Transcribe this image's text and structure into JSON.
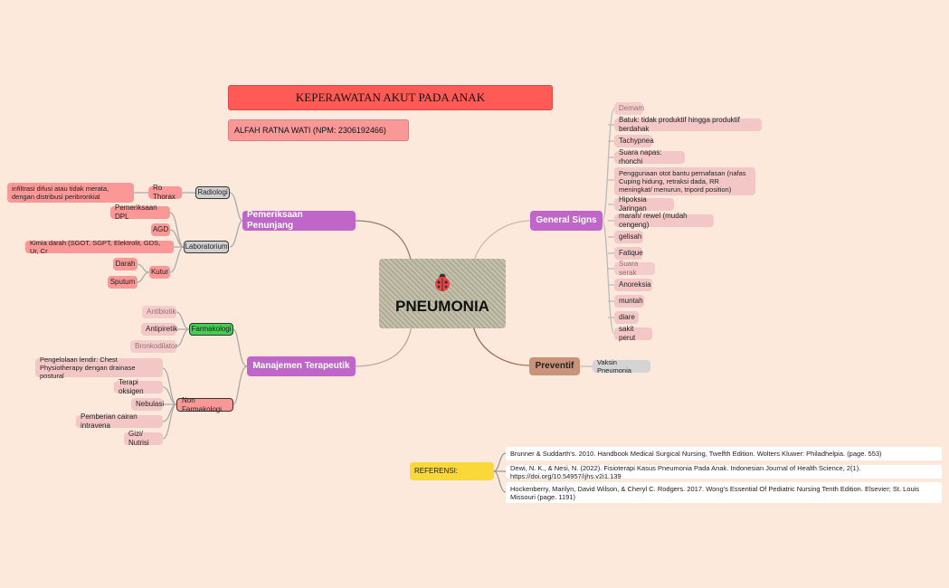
{
  "title": "KEPERAWATAN AKUT PADA ANAK",
  "author": "ALFAH RATNA WATI (NPM: 2306192466)",
  "center": {
    "label": "PNEUMONIA",
    "icon": "ladybug-icon"
  },
  "colors": {
    "background": "#fde9dc",
    "branch": "#c066c8",
    "preventif": "#c9937a",
    "title": "#ff5a55",
    "referensi": "#fbd83a"
  },
  "pemeriksaan": {
    "label": "Pemeriksaan Penunjang",
    "radiologi": {
      "label": "Radiologi",
      "ro_thorax": "Ro Thorax",
      "finding": "infiltrasi difusi atau tidak merata, dengan distribusi peribronkial"
    },
    "laboratorium": {
      "label": "Laboratorium",
      "items": [
        "Pemeriksaan DPL",
        "AGD",
        "Kimia darah (SGOT, SGPT, Elektrolit, GDS, Ur, Cr"
      ],
      "kutur": "Kutur",
      "kutur_items": [
        "Darah",
        "Sputum"
      ]
    }
  },
  "manajemen": {
    "label": "Manajemen Terapeutik",
    "farmakologi": {
      "label": "Farmakologi",
      "items": [
        "Antibiotik",
        "Antipiretik",
        "Bronkodilator"
      ]
    },
    "non_farmakologi": {
      "label": "Non Farmakologi",
      "items": [
        "Pengelolaan lendir: Chest Physiotherapy dengan drainase postural",
        "Terapi oksigen",
        "Nebulasi",
        "Pemberian cairan intravena",
        "Gizi/ Nutrisi"
      ]
    }
  },
  "general_signs": {
    "label": "General Signs",
    "items": [
      "Demam",
      "Batuk: tidak produktif hingga produktif berdahak",
      "Tachypnea",
      "Suara napas: rhonchi",
      "Penggunaan otot bantu pernafasan (nafas Cuping hidung, retraksi dada, RR meningkat/ menurun, tripord position)",
      "Hipoksia Jaringan",
      "marah/ rewel (mudah cengeng)",
      "gelisah",
      "Fatique",
      "Suara serak",
      "Anoreksia",
      "muntah",
      "diare",
      "sakit perut"
    ]
  },
  "preventif": {
    "label": "Preventif",
    "item": "Vaksin Pneumonia"
  },
  "referensi": {
    "label": "REFERENSI:",
    "items": [
      "Brunner & Suddarth's. 2010. Handbook Medical Surgical Nursing, Twelfth Edition. Wolters Kluwer: Philadhelpia. (page. 553)",
      "Dewi, N. K., & Nesi, N. (2022). Fisioterapi Kasus Pneumonia Pada Anak. Indonesian Journal of Health Science, 2(1). https://doi.org/10.54957/ijhs.v2i1.139",
      "Hockenberry, Marilyn, David Wilson, & Cheryl C. Rodgers. 2017. Wong's Essential Of Pediatric Nursing Tenth Edition. Elsevier; St. Louis Missouri (page. 1191)"
    ]
  }
}
